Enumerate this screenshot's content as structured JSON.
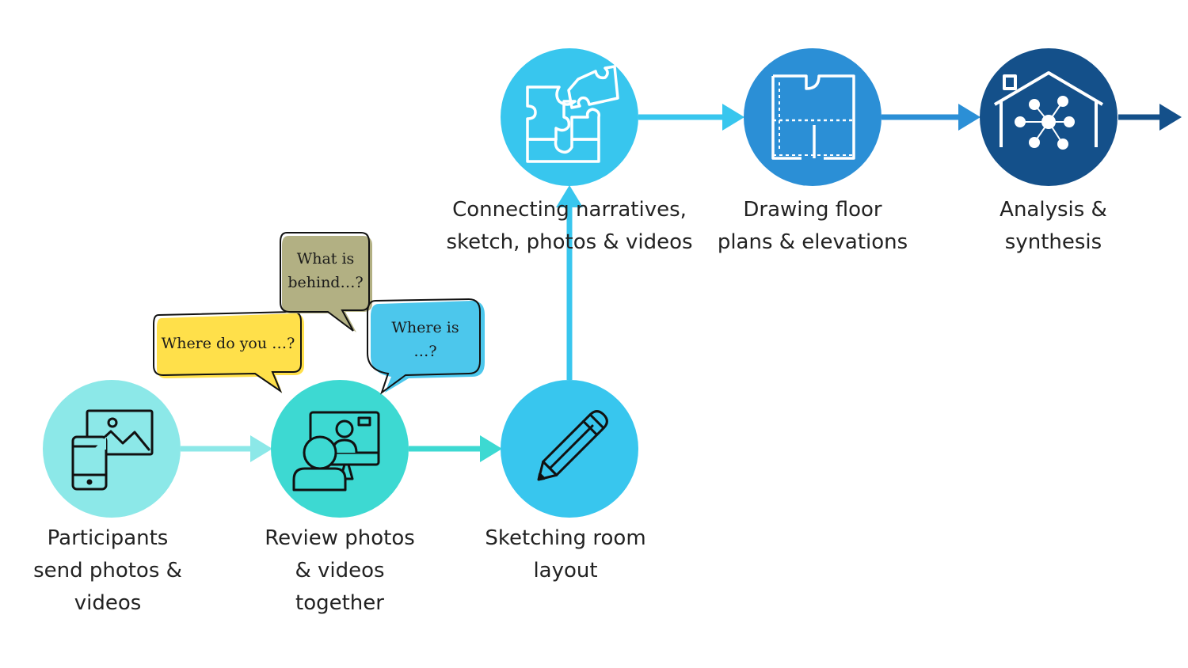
{
  "colors": {
    "step1": "#8ce8e8",
    "step2": "#3dd9d2",
    "step3": "#38c6ee",
    "step4": "#38c6ee",
    "step5": "#2b8fd6",
    "step6": "#14508a",
    "arrow1": "#8ce8e8",
    "arrow2": "#3dd9d2",
    "arrow_up": "#38c6ee",
    "arrow4": "#38c6ee",
    "arrow5": "#2b8fd6",
    "arrow6": "#14508a",
    "bubble_yellow": "#ffe04a",
    "bubble_olive": "#b2b083",
    "bubble_blue": "#4cc7ec"
  },
  "steps": [
    {
      "id": "participants",
      "icon": "phone-photo-icon",
      "lines": [
        "Participants",
        "send photos &",
        "videos"
      ]
    },
    {
      "id": "review",
      "icon": "video-call-icon",
      "lines": [
        "Review photos",
        "& videos",
        "together"
      ]
    },
    {
      "id": "sketching",
      "icon": "pencil-icon",
      "lines": [
        "Sketching room",
        "layout"
      ]
    },
    {
      "id": "connecting",
      "icon": "puzzle-icon",
      "lines": [
        "Connecting narratives,",
        "sketch, photos & videos"
      ]
    },
    {
      "id": "drawing",
      "icon": "floor-plan-icon",
      "lines": [
        "Drawing floor",
        "plans & elevations"
      ]
    },
    {
      "id": "analysis",
      "icon": "house-network-icon",
      "lines": [
        "Analysis &",
        "synthesis"
      ]
    }
  ],
  "bubbles": {
    "where_do_you": [
      "Where do you …?"
    ],
    "what_is_behind": [
      "What is",
      "behind…?"
    ],
    "where_is": [
      "Where is",
      "…?"
    ]
  }
}
